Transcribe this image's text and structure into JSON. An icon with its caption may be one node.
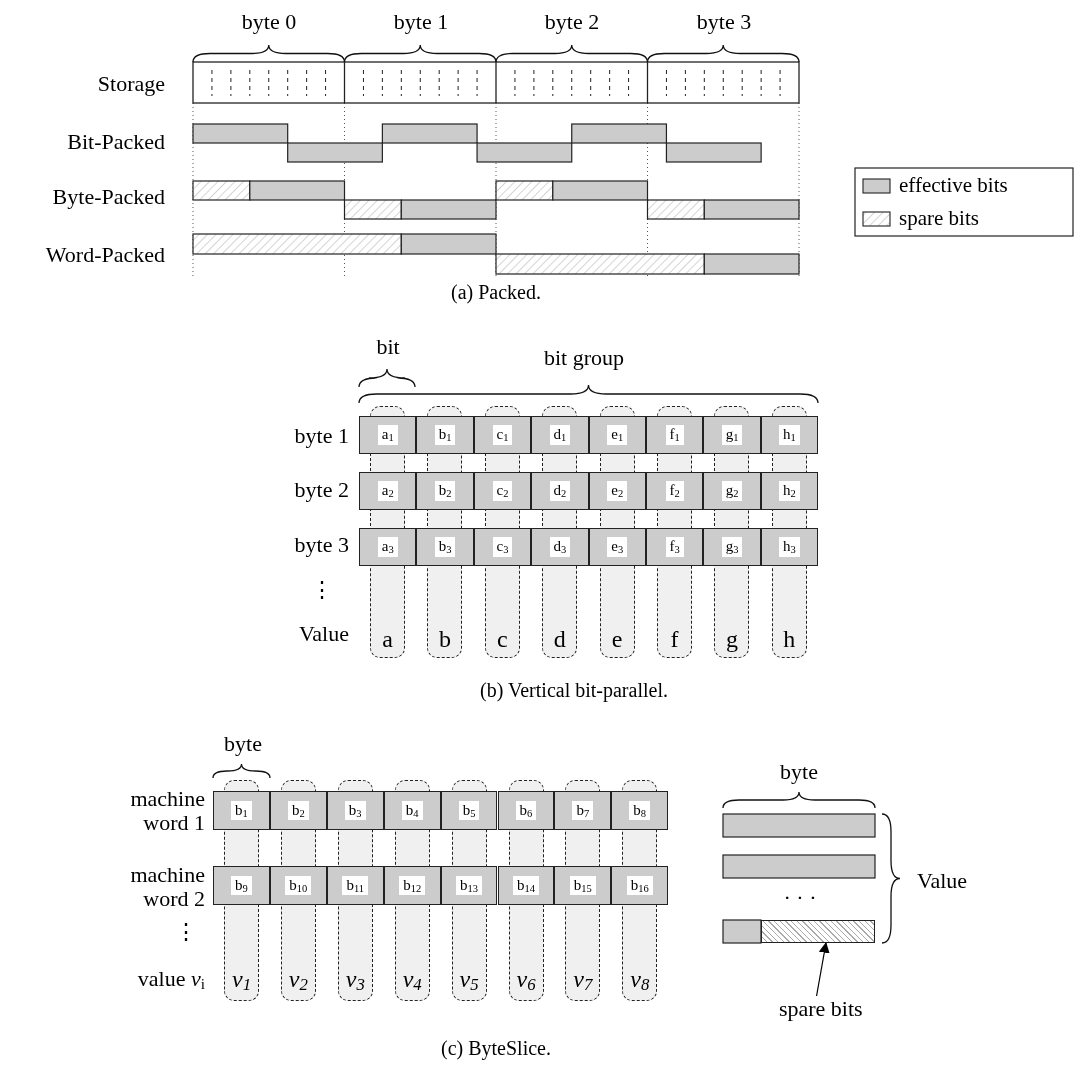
{
  "diagram": {
    "nodes": [
      {
        "text": [
          "a$_{1}$"
        ]
      },
      {
        "text": [
          "b$_{1}$"
        ]
      },
      {
        "text": [
          "c$_{1}$"
        ]
      },
      {
        "text": [
          "d$_{1}$"
        ]
      },
      {
        "text": [
          "e$_{1}$"
        ]
      },
      {
        "text": [
          "f$_{1}$"
        ]
      },
      {
        "text": [
          "g$_{1}$"
        ]
      },
      {
        "text": [
          "h$_{1}$"
        ]
      },
      {
        "text": [
          "a$_{2}$"
        ]
      },
      {
        "text": [
          "b$_{2}$"
        ]
      },
      {
        "text": [
          "c$_{2}$"
        ]
      },
      {
        "text": [
          "d$_{2}$"
        ]
      },
      {
        "text": [
          "e$_{2}$"
        ]
      },
      {
        "text": [
          "f$_{2}$"
        ]
      },
      {
        "text": [
          "g$_{2}$"
        ]
      },
      {
        "text": [
          "h$_{2}$"
        ]
      },
      {
        "text": [
          "a$_{3}$"
        ]
      },
      {
        "text": [
          "b$_{3}$"
        ]
      },
      {
        "text": [
          "c$_{3}$"
        ]
      },
      {
        "text": [
          "d$_{3}$"
        ]
      },
      {
        "text": [
          "e$_{3}$"
        ]
      },
      {
        "text": [
          "f$_{3}$"
        ]
      },
      {
        "text": [
          "g$_{3}$"
        ]
      },
      {
        "text": [
          "h$_{3}$"
        ]
      },
      {
        "text": [
          "a"
        ]
      },
      {
        "text": [
          "b"
        ]
      },
      {
        "text": [
          "c"
        ]
      },
      {
        "text": [
          "d"
        ]
      },
      {
        "text": [
          "e"
        ]
      },
      {
        "text": [
          "f"
        ]
      },
      {
        "text": [
          "g"
        ]
      },
      {
        "text": [
          "h"
        ]
      },
      {
        "text": [
          "b$_{1}$"
        ]
      },
      {
        "text": [
          "b$_{2}$"
        ]
      },
      {
        "text": [
          "b$_{3}$"
        ]
      },
      {
        "text": [
          "b$_{4}$"
        ]
      },
      {
        "text": [
          "b$_{5}$"
        ]
      },
      {
        "text": [
          "b$_{6}$"
        ]
      },
      {
        "text": [
          "b$_{7}$"
        ]
      },
      {
        "text": [
          "b$_{8}$"
        ]
      },
      {
        "text": [
          "b$_{9}$"
        ]
      },
      {
        "text": [
          "b$_{10}$"
        ]
      },
      {
        "text": [
          "b$_{11}$"
        ]
      },
      {
        "text": [
          "b$_{12}$"
        ]
      },
      {
        "text": [
          "b$_{13}$"
        ]
      },
      {
        "text": [
          "b$_{14}$"
        ]
      },
      {
        "text": [
          "b$_{15}$"
        ]
      },
      {
        "text": [
          "b$_{16}$"
        ]
      },
      {
        "text": [
          "v$_{1}$"
        ]
      },
      {
        "text": [
          "v$_{2}$"
        ]
      },
      {
        "text": [
          "v$_{3}$"
        ]
      },
      {
        "text": [
          "v$_{4}$"
        ]
      },
      {
        "text": [
          "v$_{5}$"
        ]
      },
      {
        "text": [
          "v$_{6}$"
        ]
      },
      {
        "text": [
          "v$_{7}$"
        ]
      },
      {
        "text": [
          "v$_{8}$"
        ]
      },
      {
        "text": [],
        "shape": "box"
      },
      {
        "text": [
          "spare bits"
        ]
      }
    ],
    "edges": [
      {
        "from": 57,
        "to": 56,
        "arrow": "to"
      }
    ],
    "labels": [
      "byte 0",
      "byte 1",
      "byte 2",
      "byte 3",
      "Storage",
      "Bit-Packed",
      "Byte-Packed",
      "Word-Packed",
      "(a) Packed.",
      "bit",
      "bit group",
      "byte 1",
      "byte 2",
      "byte 3",
      "⋮",
      "Value",
      "(b) Vertical bit-parallel.",
      "byte",
      "machine word 1",
      "machine word 2",
      "⋮",
      "value *v*$_{i}$",
      "byte",
      "· · ·",
      "Value",
      "(c) ByteSlice."
    ],
    "legend": [
      {
        "text": "effective bits",
        "color": "#cccccc"
      },
      {
        "text": "spare bits"
      }
    ]
  }
}
